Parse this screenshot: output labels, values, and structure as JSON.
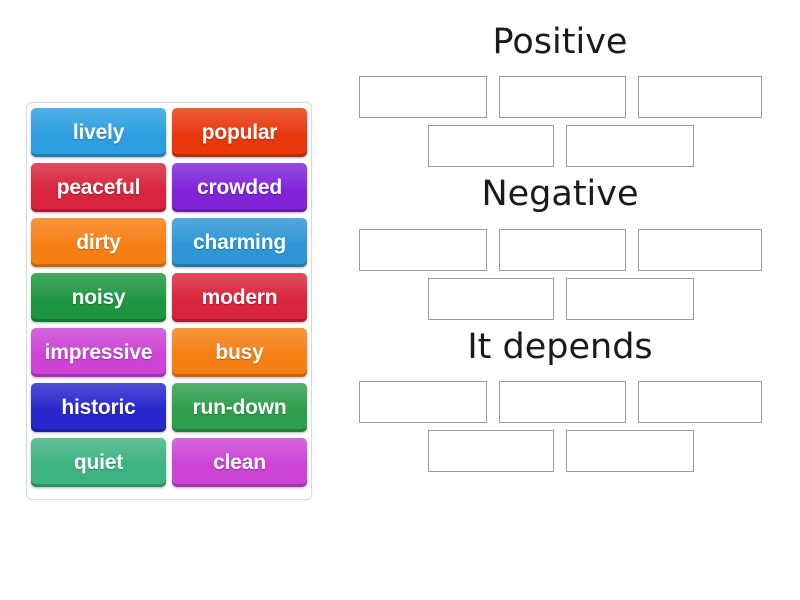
{
  "activity": {
    "type": "drag-and-drop-sorting",
    "tiles": [
      {
        "label": "lively",
        "color": "#2d9fe0"
      },
      {
        "label": "popular",
        "color": "#e8380d"
      },
      {
        "label": "peaceful",
        "color": "#d8243c"
      },
      {
        "label": "crowded",
        "color": "#8024d8"
      },
      {
        "label": "dirty",
        "color": "#f57f14"
      },
      {
        "label": "charming",
        "color": "#2e96d4"
      },
      {
        "label": "noisy",
        "color": "#1e9641"
      },
      {
        "label": "modern",
        "color": "#d8243c"
      },
      {
        "label": "impressive",
        "color": "#cc43d6"
      },
      {
        "label": "busy",
        "color": "#f57f14"
      },
      {
        "label": "historic",
        "color": "#2727cc"
      },
      {
        "label": "run-down",
        "color": "#2e9e4b"
      },
      {
        "label": "quiet",
        "color": "#3db382"
      },
      {
        "label": "clean",
        "color": "#cc43d6"
      }
    ],
    "categories": [
      {
        "title": "Positive",
        "zones_row1": [
          "",
          "",
          ""
        ],
        "zones_row2": [
          "",
          ""
        ]
      },
      {
        "title": "Negative",
        "zones_row1": [
          "",
          "",
          ""
        ],
        "zones_row2": [
          "",
          ""
        ]
      },
      {
        "title": "It depends",
        "zones_row1": [
          "",
          "",
          ""
        ],
        "zones_row2": [
          "",
          ""
        ]
      }
    ],
    "colors": {
      "page_background": "#ffffff",
      "panel_border": "#d9d9d9",
      "zone_border": "#9a9a9a",
      "title_text": "#1a1a1a",
      "tile_text": "#ffffff"
    }
  }
}
